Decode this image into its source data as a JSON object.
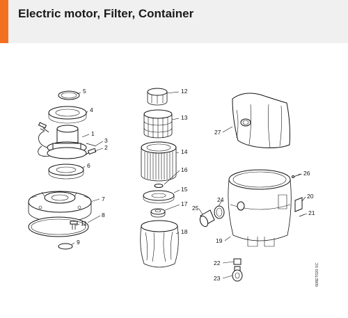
{
  "header": {
    "title": "Electric motor, Filter, Container",
    "accent_color": "#f37021",
    "background_color": "#f0f0f0"
  },
  "diagram": {
    "drawing_code": "608ET020 SC",
    "parts": {
      "p1": "1",
      "p2": "2",
      "p3": "3",
      "p4": "4",
      "p5": "5",
      "p6": "6",
      "p7": "7",
      "p8": "8",
      "p9": "9",
      "p11": "11",
      "p12": "12",
      "p13": "13",
      "p14": "14",
      "p15": "15",
      "p16": "16",
      "p17": "17",
      "p18": "18",
      "p19": "19",
      "p20": "20",
      "p21": "21",
      "p22": "22",
      "p23": "23",
      "p24": "24",
      "p25": "25",
      "p26": "26",
      "p27": "27"
    }
  }
}
